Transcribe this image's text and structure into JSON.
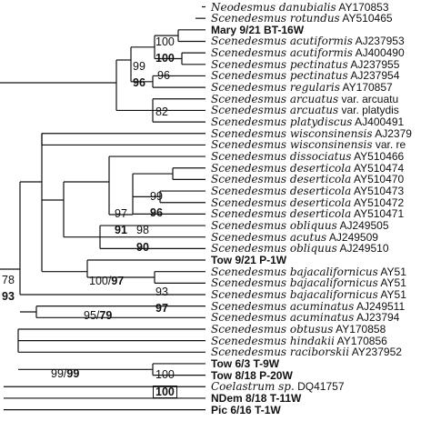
{
  "taxa": [
    {
      "genus": "Neodesmus danubialis",
      "acc": "AY170853",
      "bold": false
    },
    {
      "genus": "Scenedesmus rotundus",
      "acc": "AY510465",
      "bold": false
    },
    {
      "genus": "",
      "acc": "Mary 9/21 BT-16W",
      "bold": true
    },
    {
      "genus": "Scenedesmus acutiformis",
      "acc": "AJ237953",
      "bold": false
    },
    {
      "genus": "Scenedesmus acutiformis",
      "acc": "AJ400490",
      "bold": false
    },
    {
      "genus": "Scenedesmus pectinatus",
      "acc": "AJ237955",
      "bold": false
    },
    {
      "genus": "Scenedesmus pectinatus",
      "acc": "AJ237954",
      "bold": false
    },
    {
      "genus": "Scenedesmus regularis",
      "acc": "AY170857",
      "bold": false
    },
    {
      "genus": "Scenedesmus arcuatus",
      "acc": "var. arcuatu",
      "bold": false
    },
    {
      "genus": "Scenedesmus arcuatus",
      "acc": "var. platydis",
      "bold": false
    },
    {
      "genus": "Scenedesmus platydiscus",
      "acc": "AJ400491",
      "bold": false
    },
    {
      "genus": "Scenedesmus wisconsinensis",
      "acc": "AJ2379",
      "bold": false
    },
    {
      "genus": "Scenedesmus wisconsinensis",
      "acc": "var. re",
      "bold": false
    },
    {
      "genus": "Scenedesmus dissociatus",
      "acc": "AY510466",
      "bold": false
    },
    {
      "genus": "Scenedesmus deserticola",
      "acc": "AY510474",
      "bold": false
    },
    {
      "genus": "Scenedesmus deserticola",
      "acc": "AY510470",
      "bold": false
    },
    {
      "genus": "Scenedesmus deserticola",
      "acc": "AY510473",
      "bold": false
    },
    {
      "genus": "Scenedesmus deserticola",
      "acc": "AY510472",
      "bold": false
    },
    {
      "genus": "Scenedesmus deserticola",
      "acc": "AY510471",
      "bold": false
    },
    {
      "genus": "Scenedesmus obliquus",
      "acc": "AJ249505",
      "bold": false
    },
    {
      "genus": "Scenedesmus acutus",
      "acc": "AJ249509",
      "bold": false
    },
    {
      "genus": "Scenedesmus obliquus",
      "acc": "AJ249510",
      "bold": false
    },
    {
      "genus": "",
      "acc": "Tow 9/21 P-1W",
      "bold": true
    },
    {
      "genus": "Scenedesmus bajacalifornicus",
      "acc": "AY51",
      "bold": false
    },
    {
      "genus": "Scenedesmus bajacalifornicus",
      "acc": "AY51",
      "bold": false
    },
    {
      "genus": "Scenedesmus bajacalifornicus",
      "acc": "AY51",
      "bold": false
    },
    {
      "genus": "Scenedesmus acuminatus",
      "acc": "AJ249511",
      "bold": false
    },
    {
      "genus": "Scenedesmus acuminatus",
      "acc": "AJ23794",
      "bold": false
    },
    {
      "genus": "Scenedesmus obtusus",
      "acc": "AY170858",
      "bold": false
    },
    {
      "genus": "Scenedesmus hindakii",
      "acc": "AY170856",
      "bold": false
    },
    {
      "genus": "Scenedesmus raciborskii",
      "acc": "AY237952",
      "bold": false
    },
    {
      "genus": "",
      "acc": "Tow 6/3 T-9W",
      "bold": true
    },
    {
      "genus": "",
      "acc": "Tow 8/18 P-20W",
      "bold": true
    },
    {
      "genus": "Coelastrum sp.",
      "acc": "DQ41757",
      "bold": false
    },
    {
      "genus": "",
      "acc": "NDem 8/18 T-11W",
      "bold": true
    },
    {
      "genus": "",
      "acc": "Pic 6/16 T-1W",
      "bold": true
    }
  ],
  "support": {
    "s100a": "100",
    "s100b": "100",
    "s99": "99",
    "s96b": "96",
    "s96": "96",
    "s82": "82",
    "s99c": "99",
    "s97": "97",
    "s96c": "96",
    "s91": "91",
    "s98": "98",
    "s90": "90",
    "s78": "78",
    "s93": "93",
    "s100_97_a": "100/",
    "s100_97_b": "97",
    "s93d": "93",
    "s97d": "97",
    "s95_79_a": "95/",
    "s95_79_b": "79",
    "s99_99_a": "99/",
    "s99_99_b": "99",
    "s100e": "100",
    "s100f": "100"
  },
  "colors": {
    "line": "#111111",
    "text": "#111111",
    "background": "#ffffff"
  }
}
